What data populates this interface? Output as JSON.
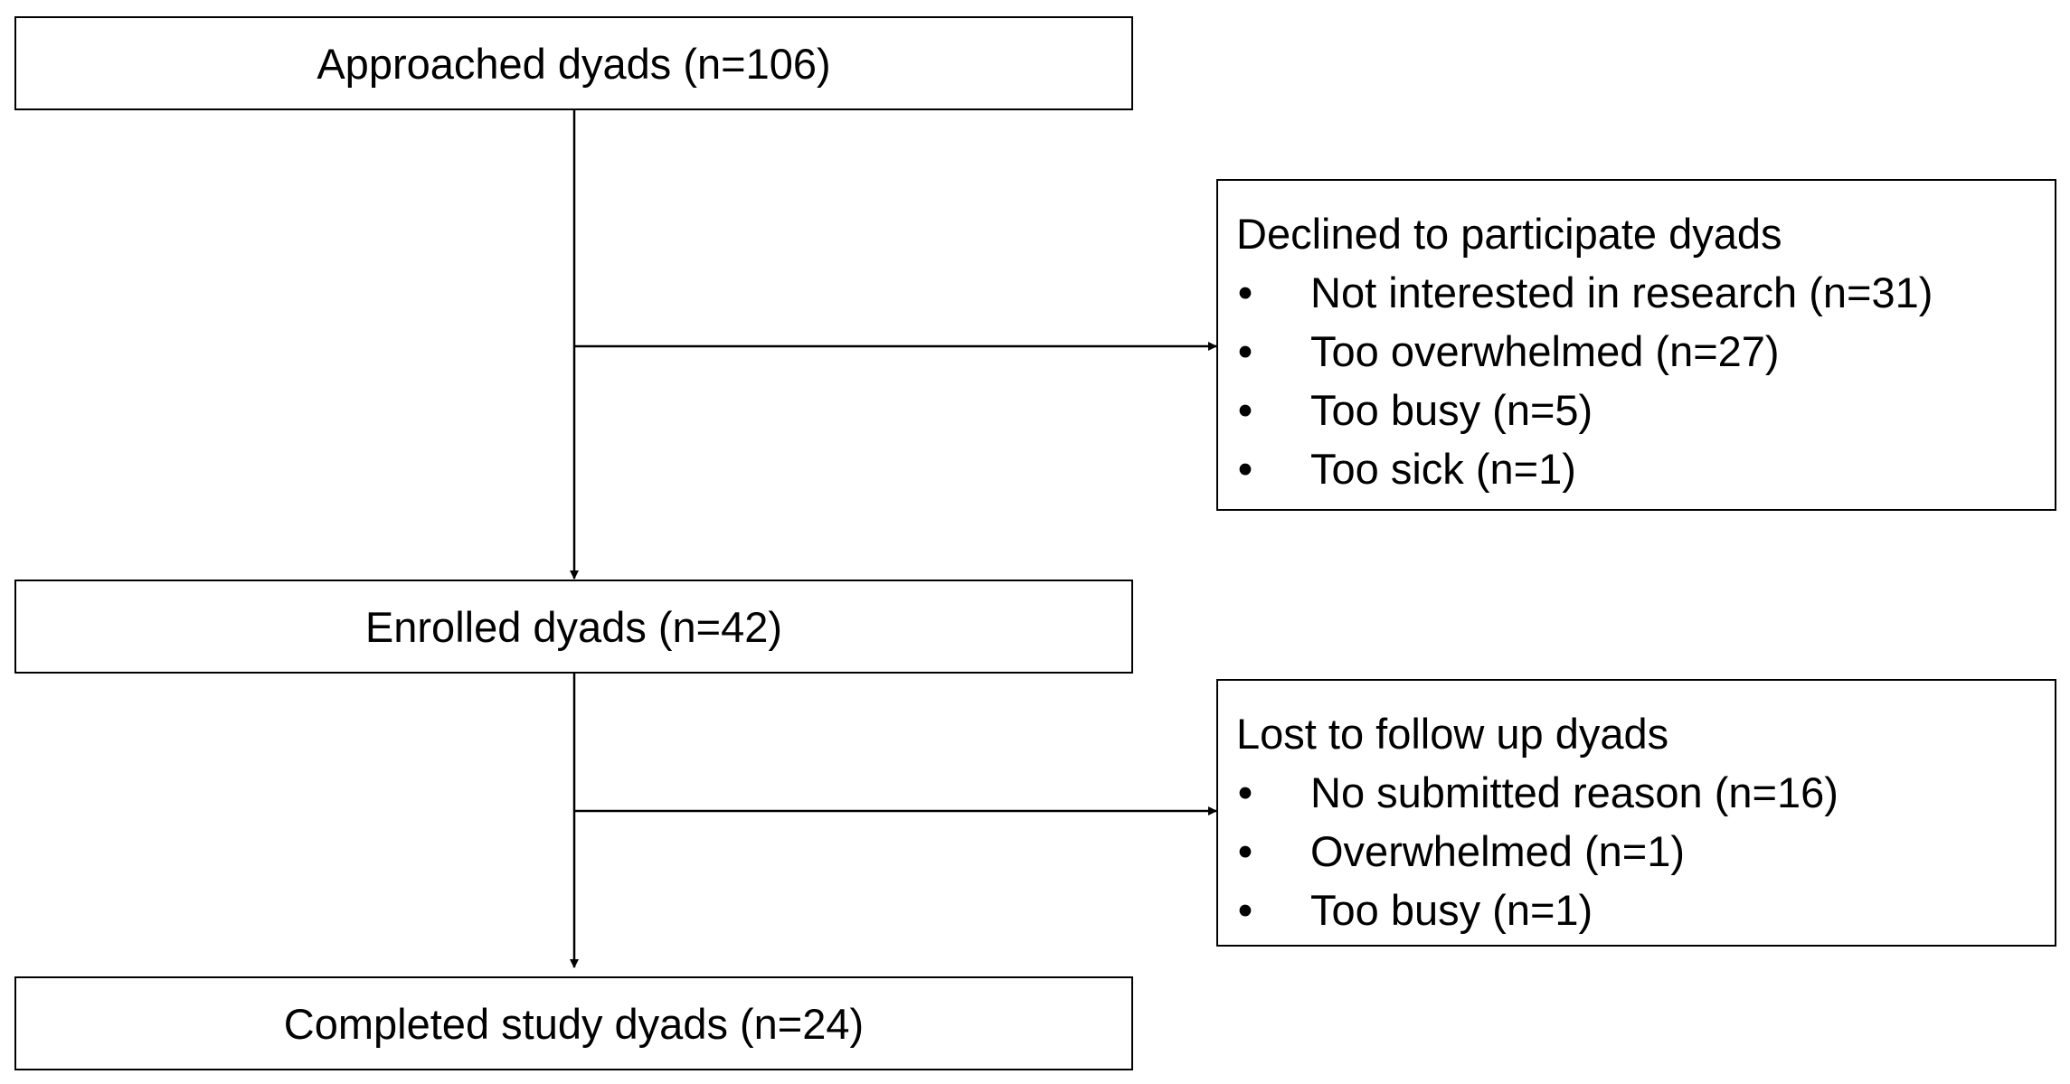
{
  "flowchart": {
    "approached": "Approached dyads (n=106)",
    "declined": {
      "title": "Declined to participate dyads",
      "items": [
        "Not interested in research  (n=31)",
        "Too overwhelmed (n=27)",
        "Too busy (n=5)",
        "Too sick (n=1)"
      ]
    },
    "enrolled": "Enrolled dyads (n=42)",
    "lost": {
      "title": "Lost to follow up dyads",
      "items": [
        "No submitted reason (n=16)",
        "Overwhelmed (n=1)",
        "Too busy (n=1)"
      ]
    },
    "completed": "Completed study dyads (n=24)",
    "bullet_symbol": "•"
  }
}
